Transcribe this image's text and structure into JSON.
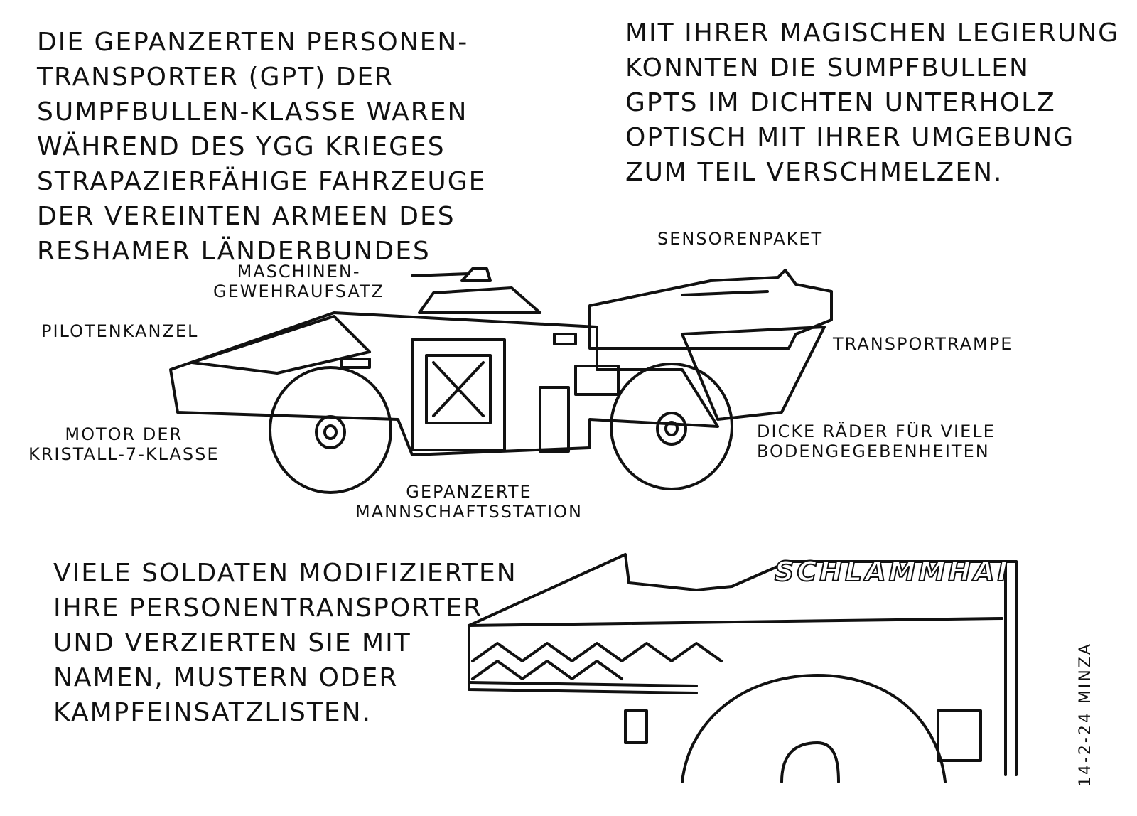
{
  "texts": {
    "intro": "Die gepanzerten Personen-\nTransporter (GPT) der\nSumpfbullen-Klasse waren\nwährend des Ygg Krieges\nstrapazierfähige Fahrzeuge\nder Vereinten Armeen des\nReshamer Länderbundes",
    "magic": "Mit ihrer magischen Legierung\nkonnten die Sumpfbullen\nGPTs im dichten Unterholz\noptisch mit ihrer Umgebung\nzum Teil verschmelzen.",
    "soldiers": "Viele Soldaten modifizierten\nihre Personentransporter\nund verzierten sie mit\nNamen, Mustern oder\nKampfeinsatzlisten."
  },
  "labels": {
    "gun": "Maschinen-\nGewehraufsatz",
    "sensor": "Sensorenpaket",
    "cockpit": "Pilotenkanzel",
    "ramp": "Transportrampe",
    "engine": "Motor der\nKristall-7-Klasse",
    "wheels": "Dicke Räder für viele\nBodengegebenheiten",
    "crew": "Gepanzerte\nMannschaftsstation"
  },
  "vehicle_name": "SCHLAMMHAI",
  "signature": "14-2-24 Minza",
  "colors": {
    "ink": "#111111",
    "paper": "#ffffff"
  }
}
